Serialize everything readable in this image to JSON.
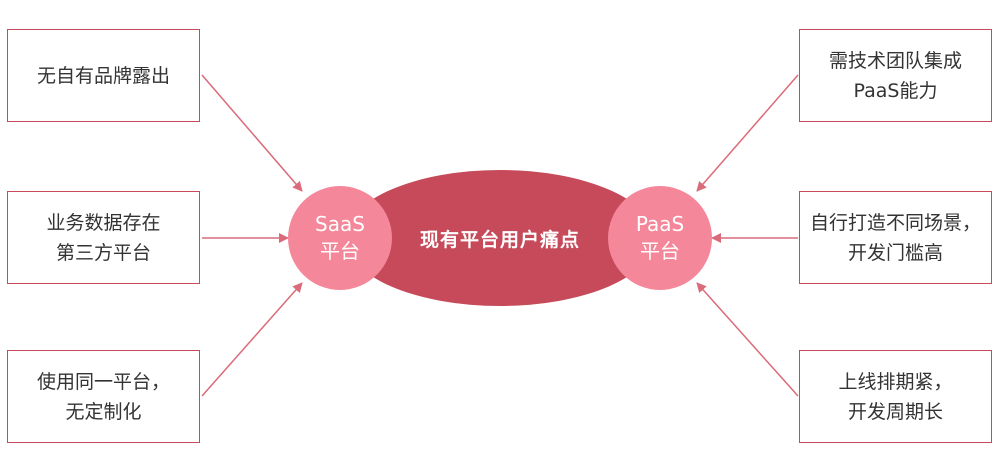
{
  "center": {
    "title": "现有平台用户痛点"
  },
  "saas": {
    "line1": "SaaS",
    "line2": "平台"
  },
  "paas": {
    "line1": "PaaS",
    "line2": "平台"
  },
  "left_boxes": [
    {
      "lines": [
        "无自有品牌露出"
      ]
    },
    {
      "lines": [
        "业务数据存在",
        "第三方平台"
      ]
    },
    {
      "lines": [
        "使用同一平台，",
        "无定制化"
      ]
    }
  ],
  "right_boxes": [
    {
      "lines": [
        "需技术团队集成",
        "PaaS能力"
      ]
    },
    {
      "lines": [
        "自行打造不同场景，",
        "开发门槛高"
      ]
    },
    {
      "lines": [
        "上线排期紧，",
        "开发周期长"
      ]
    }
  ],
  "colors": {
    "ellipse": "#c64a5a",
    "circle": "#f48799",
    "border": "#c64a5a",
    "arrow": "#d96b7a"
  }
}
